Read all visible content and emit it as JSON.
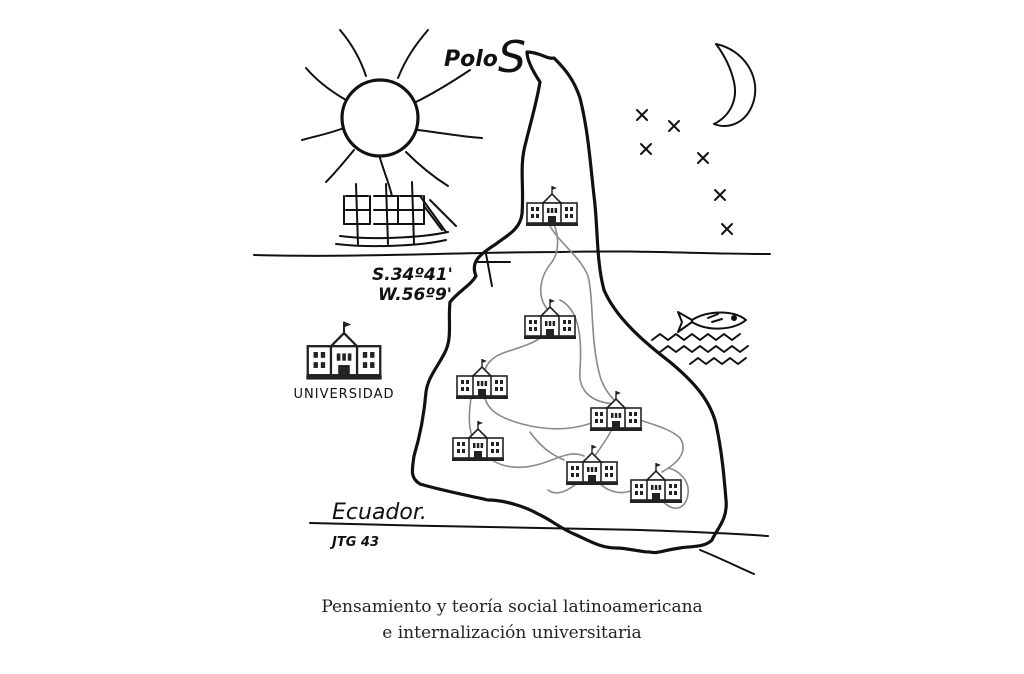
{
  "map": {
    "pole_label_a": "Polo",
    "pole_label_b": "S",
    "coords_line1": "S.34º41'",
    "coords_line2": "W.56º9'",
    "equator_label": "Ecuador.",
    "equator_note": "JTG   43",
    "legend_label": "UNIVERSIDAD"
  },
  "caption": {
    "line1": "Pensamiento y teoría social latinoamericana",
    "line2": "e internalización universitaria"
  }
}
